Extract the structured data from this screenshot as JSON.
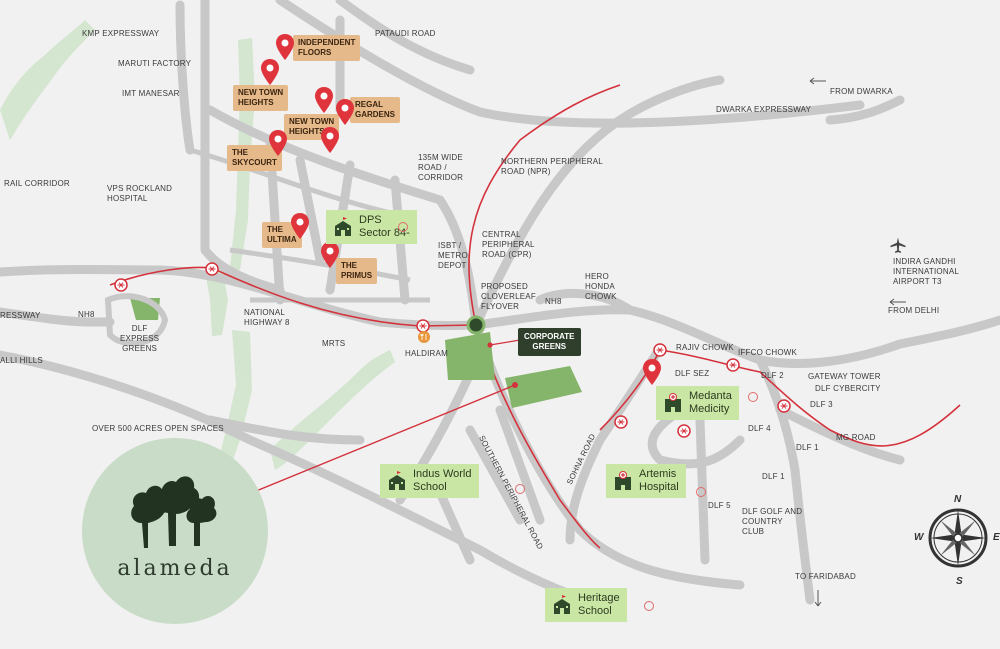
{
  "colors": {
    "background": "#f1f1f1",
    "road": "#c8c8c8",
    "metro_line": "#d4323c",
    "green_area": "#84b56a",
    "tree_belt": "#d0e3cc",
    "tag_bg": "#e5b98a",
    "place_bg": "#c9e6a5",
    "dark_green": "#2f3f2c",
    "logo_circle": "#c9dcc8"
  },
  "labels": {
    "kmp_expressway": "KMP EXPRESSWAY",
    "maruti_factory": "MARUTI FACTORY",
    "imt_manesar": "IMT MANESAR",
    "rail_corridor": "RAIL CORRIDOR",
    "vps_rockland": "VPS ROCKLAND\nHOSPITAL",
    "pataudi_road": "PATAUDI ROAD",
    "from_dwarka": "FROM DWARKA",
    "dwarka_expressway": "DWARKA EXPRESSWAY",
    "wide_road": "135M WIDE\nROAD /\nCORRIDOR",
    "npr": "NORTHERN PERIPHERAL\nROAD (NPR)",
    "cpr": "CENTRAL\nPERIPHERAL\nROAD (CPR)",
    "isbt": "ISBT /\nMETRO\nDEPOT",
    "cloverleaf": "PROPOSED\nCLOVERLEAF\nFLYOVER",
    "hero_honda": "HERO\nHONDA\nCHOWK",
    "nh8_right": "NH8",
    "nh8_left": "NH8",
    "ressway": "RESSWAY",
    "national_highway": "NATIONAL\nHIGHWAY 8",
    "mrts": "MRTS",
    "haldiram": "HALDIRAM",
    "alli_hills": "ALLI HILLS",
    "dlf_express": "DLF\nEXPRESS\nGREENS",
    "open_spaces": "OVER 500 ACRES OPEN SPACES",
    "spr": "SOUTHERN PERIPHERAL ROAD",
    "sohna": "SOHNA ROAD",
    "rajiv_chowk": "RAJIV CHOWK",
    "iffco_chowk": "IFFCO CHOWK",
    "dlf_sez": "DLF SEZ",
    "dlf2": "DLF 2",
    "gateway_tower": "GATEWAY TOWER",
    "dlf_cybercity": "DLF CYBERCITY",
    "dlf3": "DLF 3",
    "mg_road": "MG ROAD",
    "dlf4": "DLF 4",
    "dlf1_a": "DLF 1",
    "dlf1_b": "DLF 1",
    "dlf5": "DLF 5",
    "dlf_golf": "DLF GOLF AND\nCOUNTRY\nCLUB",
    "to_faridabad": "TO FARIDABAD",
    "igi_airport": "INDIRA GANDHI\nINTERNATIONAL\nAIRPORT T3",
    "from_delhi": "FROM DELHI"
  },
  "projects": {
    "independent_floors": "INDEPENDENT\nFLOORS",
    "new_town_heights_1": "NEW TOWN\nHEIGHTS",
    "regal_gardens": "REGAL\nGARDENS",
    "new_town_heights_2": "NEW TOWN\nHEIGHTS",
    "the_skycourt": "THE\nSKYCOURT",
    "the_ultima": "THE\nULTIMA",
    "the_primus": "THE\nPRIMUS"
  },
  "places": {
    "dps": "DPS\nSector 84-",
    "medanta": "Medanta\nMedicity",
    "artemis": "Artemis\nHospital",
    "indus": "Indus World\nSchool",
    "heritage": "Heritage\nSchool",
    "corporate_greens": "CORPORATE\nGREENS"
  },
  "compass": {
    "n": "N",
    "s": "S",
    "w": "W",
    "e": "E"
  },
  "logo": {
    "name": "alameda"
  },
  "icons": {
    "pin": "map-pin-icon",
    "metro": "metro-station-icon",
    "school": "school-icon",
    "hospital": "hospital-icon",
    "food": "fork-knife-icon",
    "airplane": "airplane-icon",
    "compass": "compass-rose-icon"
  }
}
